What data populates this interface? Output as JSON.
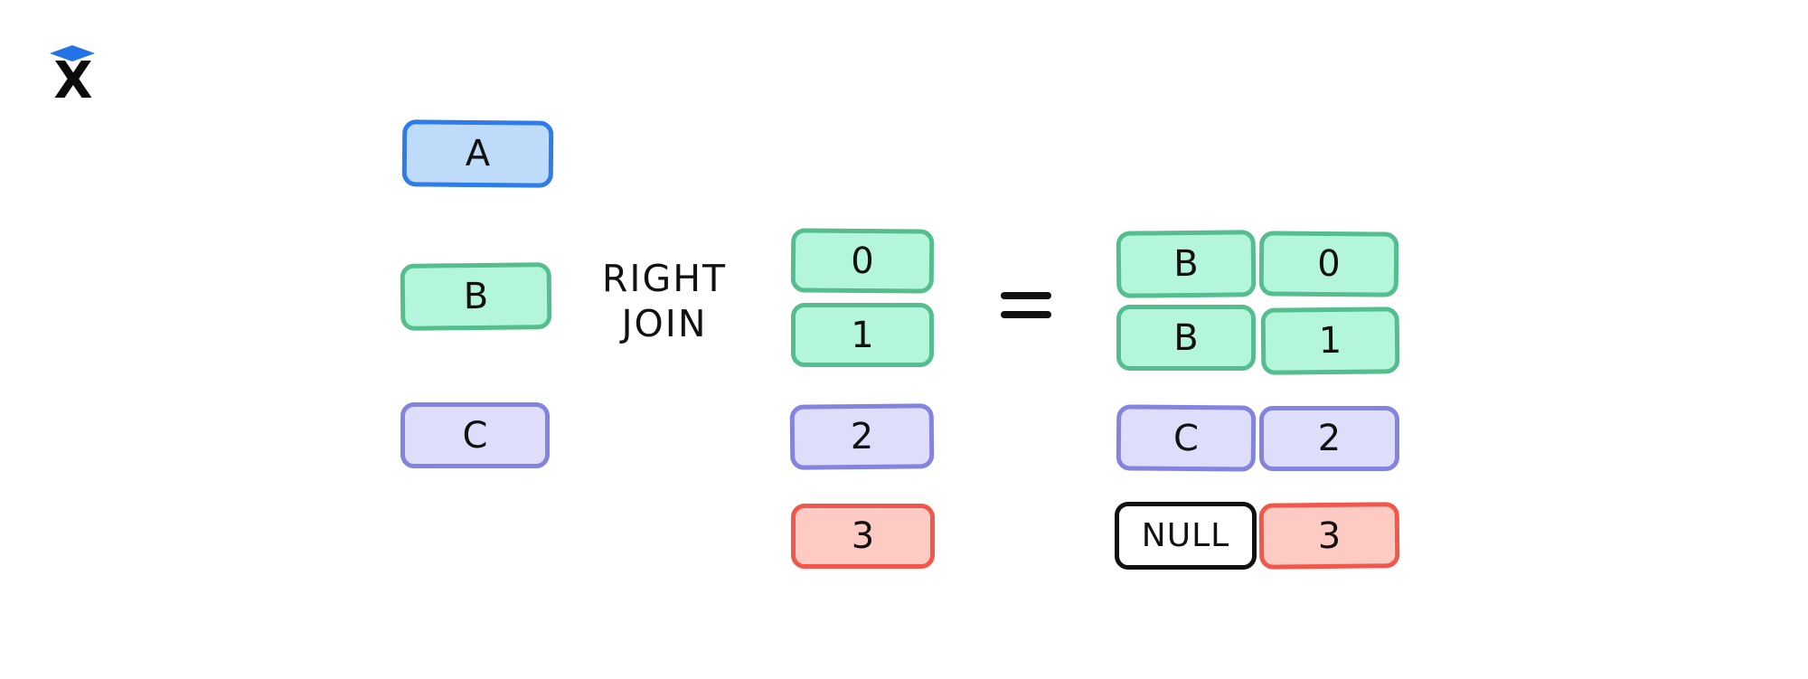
{
  "colors": {
    "background": "#ffffff",
    "ink": "#111111",
    "logo_blue": "#2273e8",
    "blue_fill": "#bedcf9",
    "blue_border": "#2e7cea",
    "green_fill": "#b4f6db",
    "green_border": "#54be8f",
    "purple_fill": "#dedefa",
    "purple_border": "#8383e0",
    "red_fill": "#fecac4",
    "red_border": "#f2574b",
    "null_fill": "#ffffff",
    "null_border": "#111111"
  },
  "logo": {
    "letter": "X"
  },
  "operation": {
    "line1": "RIGHT",
    "line2": "JOIN"
  },
  "equals_symbol": "=",
  "left_table": [
    {
      "label": "A",
      "color": "blue"
    },
    {
      "label": "B",
      "color": "green"
    },
    {
      "label": "C",
      "color": "purple"
    }
  ],
  "right_table": [
    {
      "label": "0",
      "color": "green"
    },
    {
      "label": "1",
      "color": "green"
    },
    {
      "label": "2",
      "color": "purple"
    },
    {
      "label": "3",
      "color": "red"
    }
  ],
  "result": [
    {
      "key": "B",
      "key_color": "green",
      "value": "0",
      "value_color": "green"
    },
    {
      "key": "B",
      "key_color": "green",
      "value": "1",
      "value_color": "green"
    },
    {
      "key": "C",
      "key_color": "purple",
      "value": "2",
      "value_color": "purple"
    },
    {
      "key": "NULL",
      "key_color": "white",
      "value": "3",
      "value_color": "red"
    }
  ]
}
